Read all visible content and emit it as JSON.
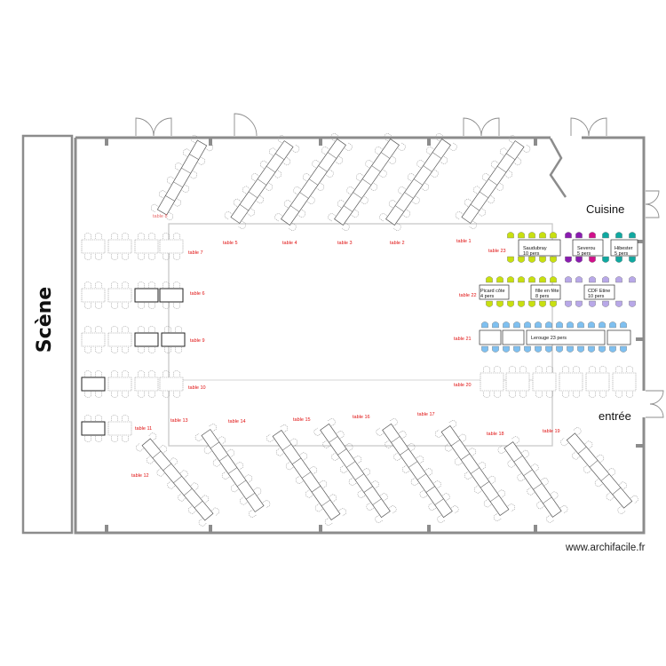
{
  "stage_label": "Scène",
  "kitchen_label": "Cuisine",
  "entrance_label": "entrée",
  "credit": "www.archifacile.fr",
  "dance_floor_note": "",
  "colors": {
    "wall": "#8c8c8c",
    "table_label": "#e01010",
    "yellow_green": "#c8e010",
    "purple": "#8a1cb0",
    "magenta": "#d0108a",
    "teal": "#10a8a0",
    "lilac": "#b8a8e8",
    "sky_blue": "#7fc0f0"
  },
  "tables": [
    {
      "id": "t8",
      "label": "table 8"
    },
    {
      "id": "t7",
      "label": "table 7"
    },
    {
      "id": "t5",
      "label": "table 5"
    },
    {
      "id": "t4",
      "label": "table 4"
    },
    {
      "id": "t3",
      "label": "table 3"
    },
    {
      "id": "t2",
      "label": "table 2"
    },
    {
      "id": "t1",
      "label": "table 1"
    },
    {
      "id": "t23",
      "label": "table 23"
    },
    {
      "id": "t6",
      "label": "table 6"
    },
    {
      "id": "t22",
      "label": "table 22"
    },
    {
      "id": "t9",
      "label": "table 9"
    },
    {
      "id": "t21",
      "label": "table 21"
    },
    {
      "id": "t10",
      "label": "table 10"
    },
    {
      "id": "t20",
      "label": "table 20"
    },
    {
      "id": "t11",
      "label": "table 11"
    },
    {
      "id": "t13",
      "label": "table 13"
    },
    {
      "id": "t14",
      "label": "table 14"
    },
    {
      "id": "t15",
      "label": "table 15"
    },
    {
      "id": "t16",
      "label": "table 16"
    },
    {
      "id": "t17",
      "label": "table 17"
    },
    {
      "id": "t18",
      "label": "table 18"
    },
    {
      "id": "t19",
      "label": "table 19"
    },
    {
      "id": "t12",
      "label": "table 12"
    }
  ],
  "groups": [
    {
      "id": "saudubray",
      "name": "Saudubray",
      "count": "10 pers"
    },
    {
      "id": "severou",
      "name": "Severou",
      "count": "5 pers"
    },
    {
      "id": "hibester",
      "name": "Hibester",
      "count": "5 pers"
    },
    {
      "id": "picard",
      "name": "Picard côte",
      "count": "4 pers"
    },
    {
      "id": "fille",
      "name": "fille en fête",
      "count": "8 pers"
    },
    {
      "id": "cdf",
      "name": "CDF Etine",
      "count": "10 pers"
    },
    {
      "id": "lerouge",
      "name": "Lerouge 23 pers",
      "count": ""
    }
  ]
}
